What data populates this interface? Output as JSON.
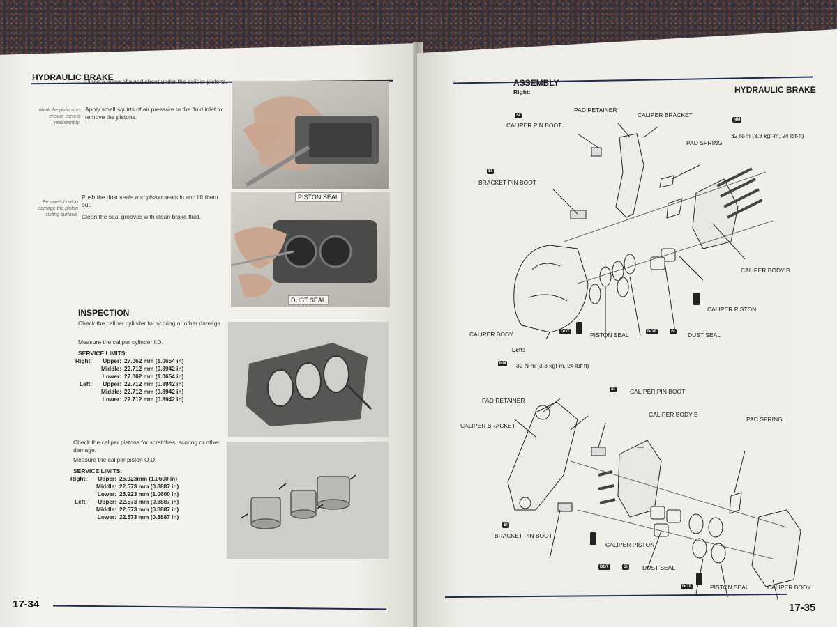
{
  "left_page": {
    "header": "HYDRAULIC BRAKE",
    "notes": {
      "mark_pistons": "Mark the pistons to ensure correct reassembly.",
      "careful": "Be careful not to damage the piston sliding surface."
    },
    "steps": {
      "wood_sheet": "Place a piece of wood sheet under the caliper pistons.",
      "air_pressure": "Apply small squirts of air pressure to the fluid inlet to remove the pistons.",
      "push_seals": "Push the dust seals and piston seals in and lift them out.",
      "clean_grooves": "Clean the seal grooves with clean brake fluid."
    },
    "photo_callouts": {
      "piston_seal": "PISTON SEAL",
      "dust_seal": "DUST SEAL"
    },
    "inspection": {
      "title": "INSPECTION",
      "check_cylinder": "Check the caliper cylinder for scoring or other damage.",
      "measure_cylinder": "Measure the caliper cylinder I.D.",
      "limits_title": "SERVICE LIMITS:",
      "cylinder_limits": [
        {
          "side": "Right:",
          "pos": "Upper:",
          "value": "27.062 mm (1.0654 in)"
        },
        {
          "side": "",
          "pos": "Middle:",
          "value": "22.712 mm (0.8942 in)"
        },
        {
          "side": "",
          "pos": "Lower:",
          "value": "27.062 mm (1.0654 in)"
        },
        {
          "side": "Left:",
          "pos": "Upper:",
          "value": "22.712 mm (0.8942 in)"
        },
        {
          "side": "",
          "pos": "Middle:",
          "value": "22.712 mm (0.8942 in)"
        },
        {
          "side": "",
          "pos": "Lower:",
          "value": "22.712 mm (0.8942 in)"
        }
      ],
      "check_pistons": "Check the caliper pistons for scratches, scoring or other damage.",
      "measure_pistons": "Measure the caliper piston O.D.",
      "piston_limits_title": "SERVICE LIMITS:",
      "piston_limits": [
        {
          "side": "Right:",
          "pos": "Upper:",
          "value": "26.923mm (1.0600 in)"
        },
        {
          "side": "",
          "pos": "Middle:",
          "value": "22.573 mm (0.8887 in)"
        },
        {
          "side": "",
          "pos": "Lower:",
          "value": "26.923 mm (1.0600 in)"
        },
        {
          "side": "Left:",
          "pos": "Upper:",
          "value": "22.573 mm (0.8887 in)"
        },
        {
          "side": "",
          "pos": "Middle:",
          "value": "22.573 mm (0.8887 in)"
        },
        {
          "side": "",
          "pos": "Lower:",
          "value": "22.573 mm (0.8887 in)"
        }
      ]
    },
    "page_number": "17-34"
  },
  "right_page": {
    "header": "HYDRAULIC BRAKE",
    "assembly_title": "ASSEMBLY",
    "right_label": "Right:",
    "left_label": "Left:",
    "right_labels": {
      "caliper_pin_boot": "CALIPER PIN BOOT",
      "pad_retainer": "PAD RETAINER",
      "caliper_bracket": "CALIPER BRACKET",
      "torque": "32 N·m (3.3 kgf·m, 24 lbf·ft)",
      "pad_spring": "PAD SPRING",
      "bracket_pin_boot": "BRACKET PIN BOOT",
      "caliper_body_b": "CALIPER BODY B",
      "caliper_piston": "CALIPER PISTON",
      "caliper_body": "CALIPER BODY",
      "piston_seal": "PISTON SEAL",
      "dust_seal": "DUST SEAL"
    },
    "left_labels": {
      "torque": "32 N·m (3.3 kgf·m, 24 lbf·ft)",
      "pad_retainer": "PAD RETAINER",
      "caliper_pin_boot": "CALIPER PIN BOOT",
      "caliper_bracket": "CALIPER BRACKET",
      "caliper_body_b": "CALIPER BODY B",
      "pad_spring": "PAD SPRING",
      "bracket_pin_boot": "BRACKET PIN BOOT",
      "caliper_piston": "CALIPER PISTON",
      "dust_seal": "DUST SEAL",
      "piston_seal": "PISTON SEAL",
      "caliper_body": "CALIPER BODY"
    },
    "icons": {
      "grease": "SI",
      "brake_fluid": "DOT"
    },
    "page_number": "17-35"
  },
  "colors": {
    "rule": "#1d2a55",
    "paper": "#f2f1ec",
    "background": "#3a2f2e"
  }
}
